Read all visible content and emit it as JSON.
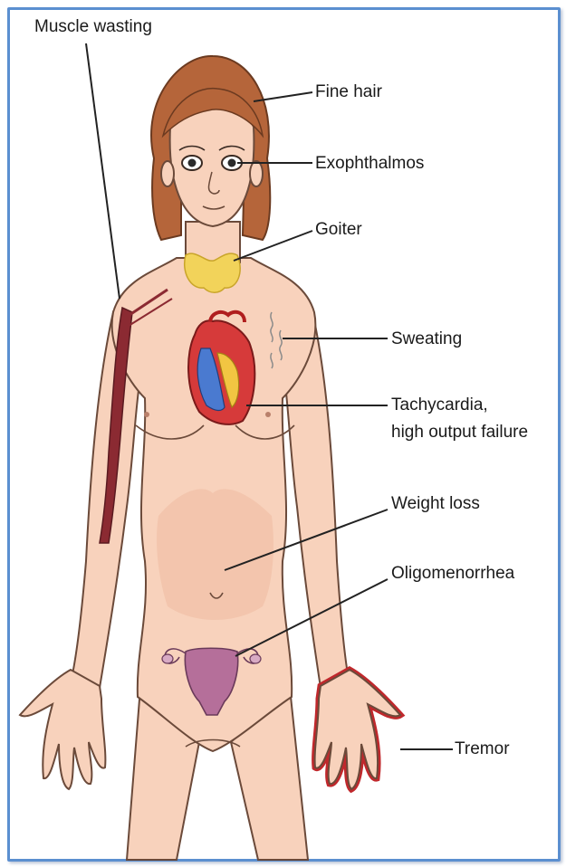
{
  "labels": {
    "muscle_wasting": "Muscle wasting",
    "fine_hair": "Fine hair",
    "exophthalmos": "Exophthalmos",
    "goiter": "Goiter",
    "sweating": "Sweating",
    "tachycardia_line1": "Tachycardia,",
    "tachycardia_line2": "high output failure",
    "weight_loss": "Weight loss",
    "oligomenorrhea": "Oligomenorrhea",
    "tremor": "Tremor"
  },
  "colors": {
    "skin": "#f8d2bc",
    "skin_shade": "#f0bfa5",
    "outline": "#6b4a3a",
    "hair": "#b5653a",
    "goiter": "#f2d35a",
    "tremor_outline": "#c0282c",
    "frame_border": "#5b8fd0",
    "uterus": "#b56f9a"
  }
}
